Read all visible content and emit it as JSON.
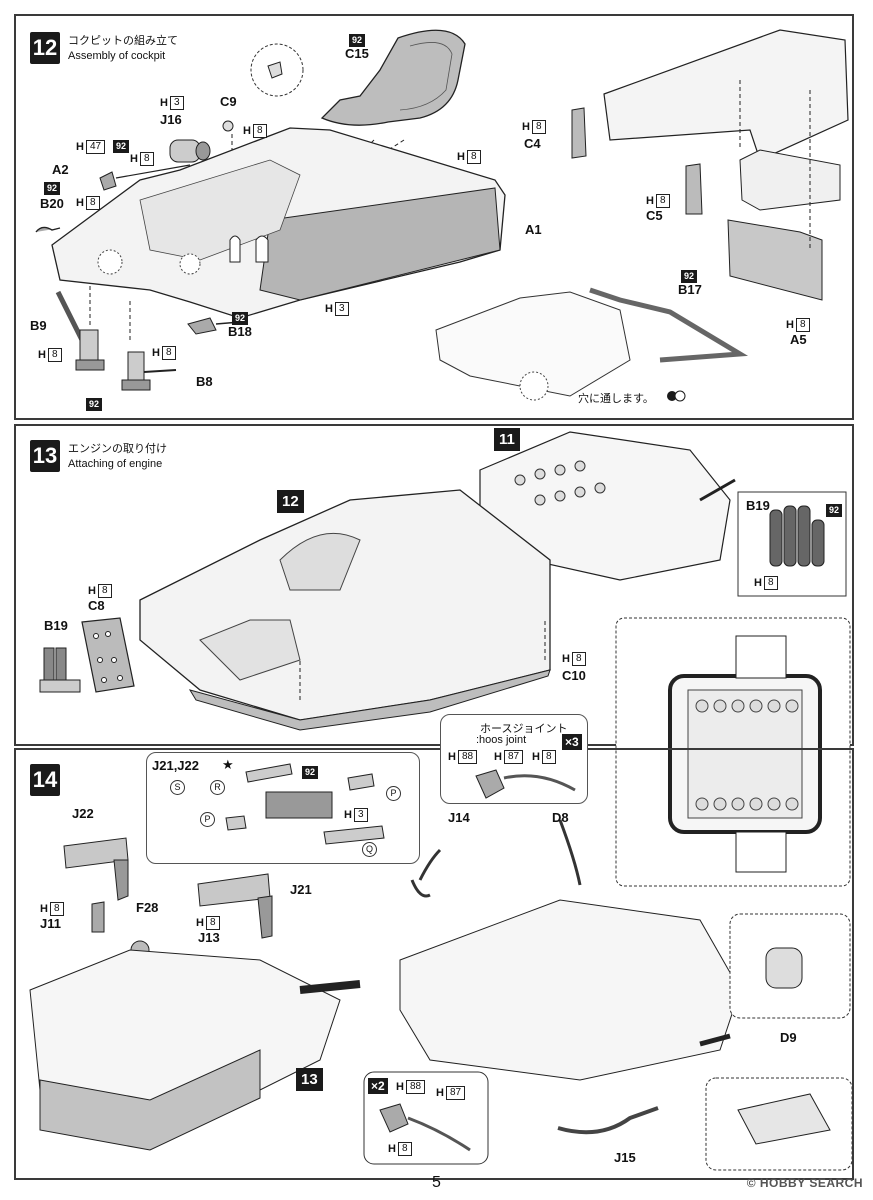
{
  "step12": {
    "number": "12",
    "title_jp": "コクピットの組み立て",
    "title_en": "Assembly of cockpit",
    "parts": {
      "c15": "C15",
      "c9": "C9",
      "j16": "J16",
      "a2": "A2",
      "b20": "B20",
      "a1": "A1",
      "b9": "B9",
      "b18": "B18",
      "b8": "B8",
      "c4": "C4",
      "c5": "C5",
      "a5": "A5",
      "b17": "B17"
    },
    "h_letter": "H",
    "h_values": {
      "j16": "3",
      "a2a": "47",
      "a2b": "8",
      "b20": "8",
      "c9": "8",
      "a1": "8",
      "bottom": "3",
      "b9": "8",
      "b8": "8",
      "c4": "8",
      "c5": "8",
      "a5": "8"
    },
    "note_jp": "穴に通します。"
  },
  "step13": {
    "number": "13",
    "title_jp": "エンジンの取り付け",
    "title_en": "Attaching of engine",
    "ref12": "12",
    "ref11": "11",
    "parts": {
      "c8": "C8",
      "b19": "B19",
      "c10": "C10",
      "b19_inset": "B19"
    },
    "h_values": {
      "c8": "8",
      "c10": "8",
      "b19": "8"
    }
  },
  "step14": {
    "number": "14",
    "ref13": "13",
    "group_label": "J21,J22",
    "letters": {
      "s": "S",
      "r": "R",
      "p": "P",
      "q": "Q"
    },
    "hose_jp": "ホースジョイント",
    "hose_en": ":hoos joint",
    "times3": "×3",
    "times2": "×2",
    "parts": {
      "j22": "J22",
      "j11": "J11",
      "f28": "F28",
      "j13": "J13",
      "j21": "J21",
      "j14": "J14",
      "d8": "D8",
      "d9": "D9",
      "j15": "J15"
    },
    "h_values": {
      "box": "3",
      "j11": "8",
      "j13": "8",
      "hose1": "88",
      "hose2": "87",
      "hose3": "8",
      "x2a": "88",
      "x2b": "87",
      "x2c": "8"
    }
  },
  "badge_92": "92",
  "page_number": "5",
  "watermark": "© HOBBY SEARCH"
}
